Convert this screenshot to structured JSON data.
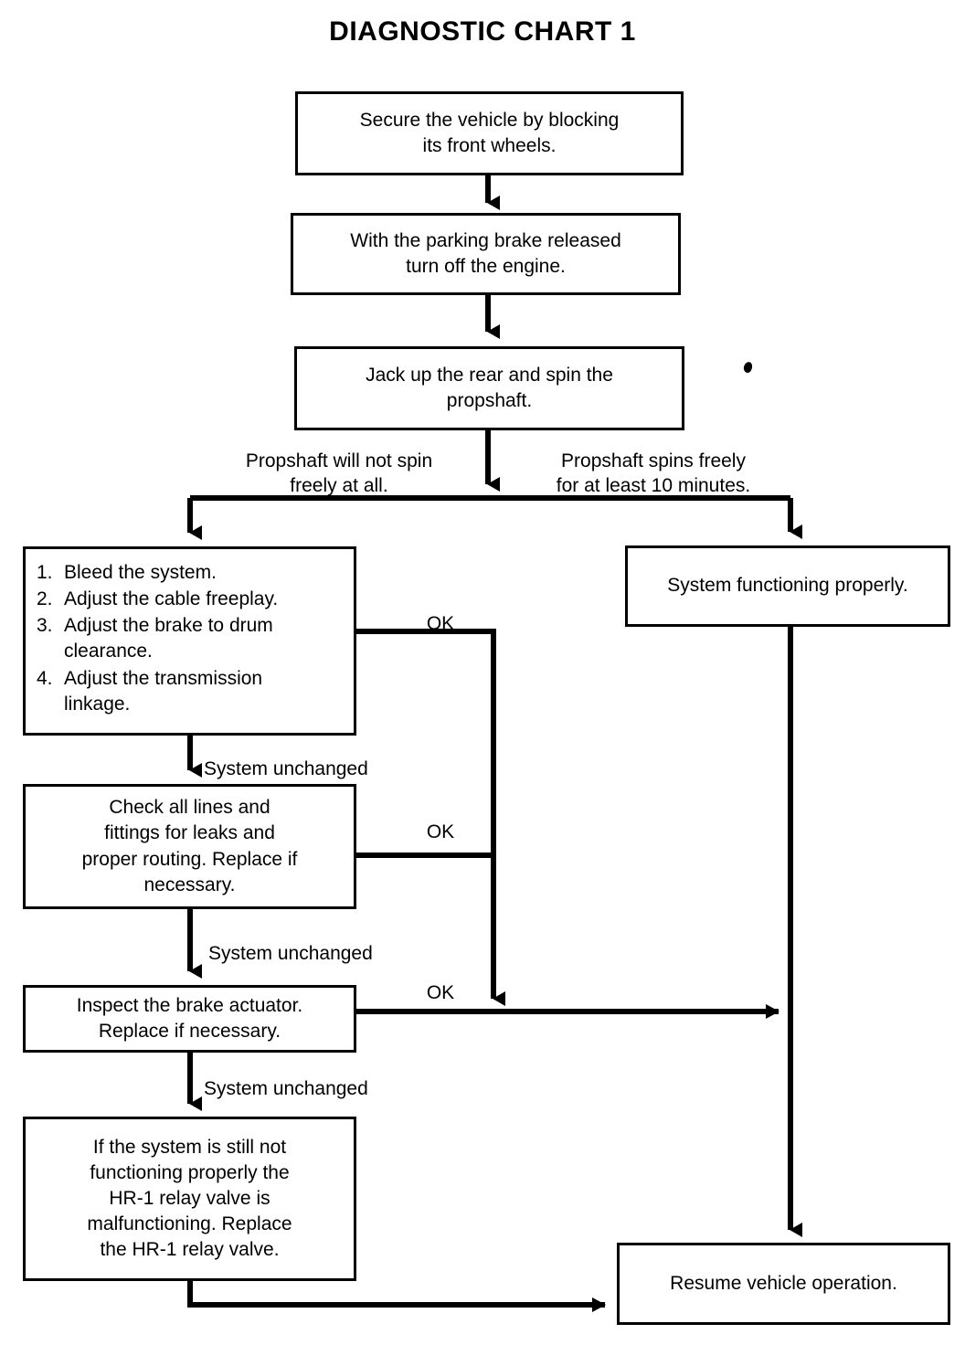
{
  "title": "DIAGNOSTIC CHART 1",
  "chart_data": {
    "type": "diagram",
    "diagram_kind": "flowchart",
    "title": "DIAGNOSTIC CHART 1",
    "nodes": [
      {
        "id": "n1",
        "text": "Secure the vehicle by blocking\nits front wheels."
      },
      {
        "id": "n2",
        "text": "With the parking brake released\nturn off the engine."
      },
      {
        "id": "n3",
        "text": "Jack up the rear and spin the\npropshaft."
      },
      {
        "id": "n4",
        "kind": "numbered-list",
        "items": [
          {
            "num": "1.",
            "text": "Bleed the system."
          },
          {
            "num": "2.",
            "text": "Adjust the cable freeplay."
          },
          {
            "num": "3.",
            "text": "Adjust the brake to drum\nclearance."
          },
          {
            "num": "4.",
            "text": "Adjust the transmission\nlinkage."
          }
        ]
      },
      {
        "id": "n5",
        "text": "System functioning properly."
      },
      {
        "id": "n6",
        "text": "Check all lines and\nfittings for leaks and\nproper routing. Replace if\nnecessary."
      },
      {
        "id": "n7",
        "text": "Inspect the brake actuator.\nReplace if necessary."
      },
      {
        "id": "n8",
        "text": "If the system is still not\nfunctioning properly the\nHR-1 relay valve is\nmalfunctioning. Replace\nthe HR-1 relay valve."
      },
      {
        "id": "n9",
        "text": "Resume vehicle operation."
      }
    ],
    "edges": [
      {
        "from": "n1",
        "to": "n2",
        "label": ""
      },
      {
        "from": "n2",
        "to": "n3",
        "label": ""
      },
      {
        "from": "n3",
        "to": "n4",
        "label": "Propshaft will not spin\nfreely   at all."
      },
      {
        "from": "n3",
        "to": "n5",
        "label": "Propshaft  spins freely\nfor at least 10 minutes."
      },
      {
        "from": "n4",
        "to": "n6",
        "label": "System unchanged"
      },
      {
        "from": "n4",
        "to": "n9",
        "label": "OK"
      },
      {
        "from": "n6",
        "to": "n7",
        "label": "System unchanged"
      },
      {
        "from": "n6",
        "to": "n9",
        "label": "OK"
      },
      {
        "from": "n7",
        "to": "n8",
        "label": "System unchanged"
      },
      {
        "from": "n7",
        "to": "n9",
        "label": "OK"
      },
      {
        "from": "n5",
        "to": "n9",
        "label": ""
      },
      {
        "from": "n8",
        "to": "n9",
        "label": ""
      }
    ]
  },
  "nodes": {
    "secure_vehicle": "Secure the vehicle by blocking\nits front wheels.",
    "parking_brake": "With the parking brake released\nturn off the engine.",
    "jack_up": "Jack up the rear and spin the\npropshaft.",
    "adjust_list": [
      {
        "num": "1.",
        "text": "Bleed the system."
      },
      {
        "num": "2.",
        "text": "Adjust the cable freeplay."
      },
      {
        "num": "3.",
        "text": "Adjust the brake to drum\nclearance."
      },
      {
        "num": "4.",
        "text": "Adjust the transmission\nlinkage."
      }
    ],
    "system_ok": "System functioning properly.",
    "check_lines": "Check all lines and\nfittings for leaks and\nproper routing. Replace if\nnecessary.",
    "inspect_actuator": "Inspect the brake actuator.\nReplace if necessary.",
    "hr1_relay": "If the system is still not\nfunctioning properly the\nHR-1 relay valve is\nmalfunctioning. Replace\nthe HR-1 relay valve.",
    "resume": "Resume vehicle operation."
  },
  "edge_labels": {
    "branch_left": "Propshaft will not spin\nfreely   at all.",
    "branch_right": "Propshaft  spins freely\nfor at least 10 minutes.",
    "ok_1": "OK",
    "ok_2": "OK",
    "ok_3": "OK",
    "unchanged_1": "System unchanged",
    "unchanged_2": "System unchanged",
    "unchanged_3": "System unchanged"
  }
}
